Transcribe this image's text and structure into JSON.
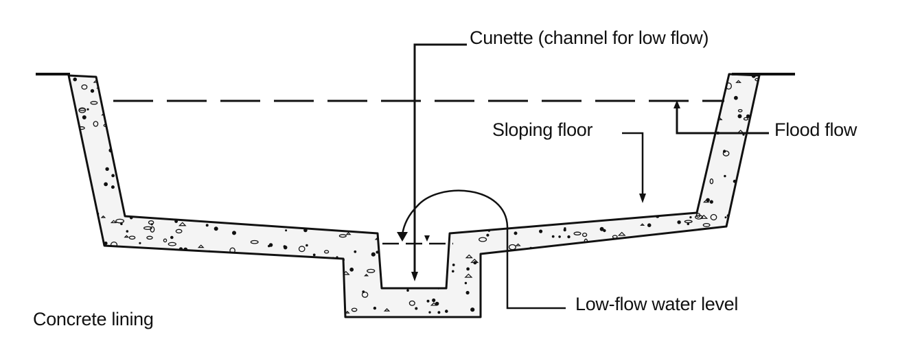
{
  "labels": {
    "cunette": "Cunette (channel for low flow)",
    "sloping_floor": "Sloping floor",
    "flood_flow": "Flood flow",
    "low_flow_level": "Low-flow water level",
    "concrete_lining": "Concrete lining"
  },
  "colors": {
    "ink": "#111111",
    "lining_fill": "#f4f4f4",
    "background": "#ffffff"
  }
}
